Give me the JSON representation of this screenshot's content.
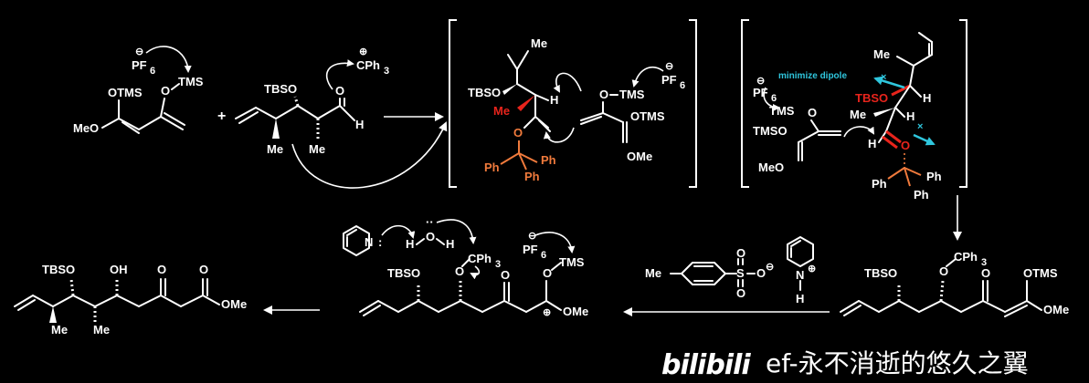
{
  "diagram": {
    "colors": {
      "background": "#000000",
      "foreground": "#ffffff",
      "highlight_red": "#e8241c",
      "highlight_orange": "#f07a3c",
      "highlight_cyan": "#2fc6dd"
    },
    "reactants": {
      "counterion": "PF",
      "counterion_sub": "6",
      "counterion_charge": "⊖",
      "silyl": "TMS",
      "silyl_o": "O",
      "otms": "OTMS",
      "meo": "MeO",
      "plus": "+",
      "tbso": "TBSO",
      "me": "Me",
      "me2": "Me",
      "aldehyde_o": "O",
      "aldehyde_h": "H",
      "trityl": "CPh",
      "trityl_sub": "3",
      "trityl_charge": "⊕"
    },
    "ts1": {
      "me_top": "Me",
      "tbso": "TBSO",
      "h": "H",
      "me_red": "Me",
      "o_orange": "O",
      "ph1": "Ph",
      "ph2": "Ph",
      "ph3": "Ph",
      "o_tms": "O",
      "tms": "TMS",
      "otms": "OTMS",
      "ome": "OMe",
      "pf": "PF",
      "pf_sub": "6",
      "pf_charge": "⊖"
    },
    "ts2": {
      "note": "minimize dipole",
      "me": "Me",
      "pf": "PF",
      "pf_sub": "6",
      "pf_charge": "⊖",
      "tms_o": "TMS",
      "o": "O",
      "tbso_red": "TBSO",
      "h": "H",
      "me2": "Me",
      "h2": "H",
      "tmso": "TMSO",
      "meo": "MeO",
      "h3": "H",
      "o_red": "O",
      "ph1": "Ph",
      "ph2": "Ph",
      "ph3": "Ph",
      "x1": "×",
      "x2": "×"
    },
    "intermediate_right": {
      "tbso": "TBSO",
      "o": "O",
      "cph": "CPh",
      "cph_sub": "3",
      "otms": "OTMS",
      "ome": "OMe",
      "ketone_o": "O"
    },
    "reagents_pyts": {
      "me": "Me",
      "s": "S",
      "o1": "O",
      "o2": "O",
      "o3": "O",
      "o_charge": "⊖",
      "n": "N",
      "n_charge": "⊕",
      "h": "H"
    },
    "intermediate_mid": {
      "n": "N",
      "colon": ":",
      "h1": "H",
      "o_water": "O",
      "h2": "H",
      "dots": "··",
      "tbso": "TBSO",
      "o": "O",
      "cph": "CPh",
      "cph_sub": "3",
      "pf": "PF",
      "pf_sub": "6",
      "pf_charge": "⊖",
      "o_tms": "O",
      "tms": "TMS",
      "ketone_o": "O",
      "ome": "OMe",
      "oxo_charge": "⊕"
    },
    "product": {
      "tbso": "TBSO",
      "oh": "OH",
      "o1": "O",
      "o2": "O",
      "ome": "OMe",
      "me1": "Me",
      "me2": "Me"
    },
    "watermark": {
      "logo": "bilibili",
      "author": "ef-永不消逝的悠久之翼"
    }
  }
}
